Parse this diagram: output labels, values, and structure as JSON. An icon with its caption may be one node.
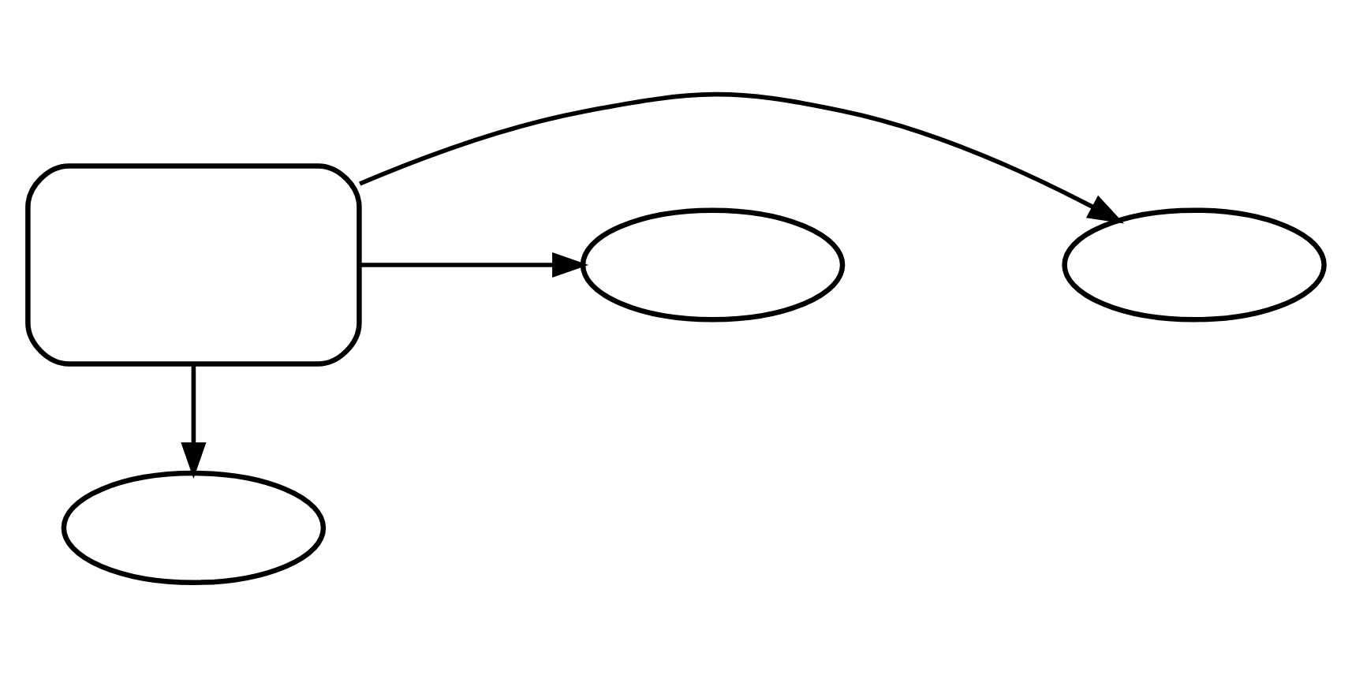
{
  "diagram": {
    "nodes": [
      {
        "text": [],
        "shape": "stadium"
      },
      {
        "text": [],
        "shape": "ellipse"
      },
      {
        "text": [],
        "shape": "ellipse"
      },
      {
        "text": [],
        "shape": "ellipse"
      }
    ],
    "edges": [
      {
        "from": 0,
        "to": 1,
        "arrow": "to"
      },
      {
        "from": 0,
        "to": 2,
        "arrow": "to"
      },
      {
        "from": 0,
        "to": 3,
        "arrow": "to"
      }
    ]
  }
}
